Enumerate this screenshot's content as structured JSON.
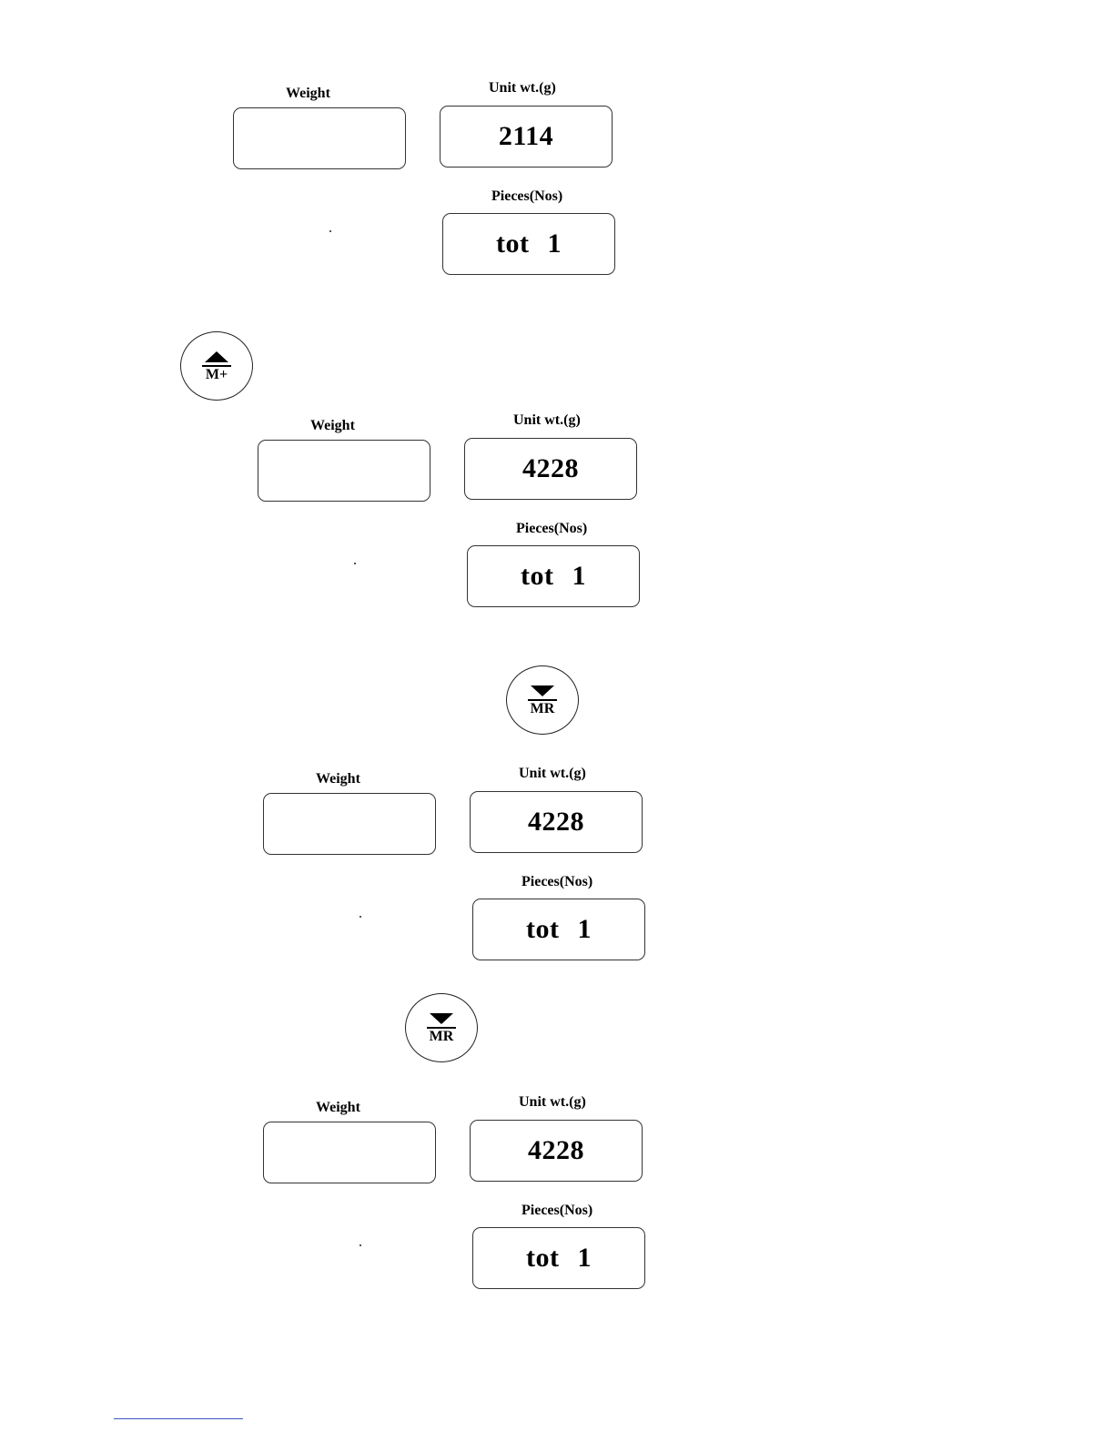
{
  "labels": {
    "weight": "Weight",
    "unit_weight": "Unit wt.(g)",
    "pieces": "Pieces(Nos)"
  },
  "panels": [
    {
      "weight": "",
      "unit_weight": "2114",
      "pieces": "tot 1"
    },
    {
      "weight": "",
      "unit_weight": "4228",
      "pieces": "tot 1"
    },
    {
      "weight": "",
      "unit_weight": "4228",
      "pieces": "tot 1"
    },
    {
      "weight": "",
      "unit_weight": "4228",
      "pieces": "tot 1"
    }
  ],
  "buttons": [
    {
      "label": "M+",
      "icon": "triangle-up-icon"
    },
    {
      "label": "MR",
      "icon": "triangle-down-icon"
    },
    {
      "label": "MR",
      "icon": "triangle-down-icon"
    }
  ]
}
